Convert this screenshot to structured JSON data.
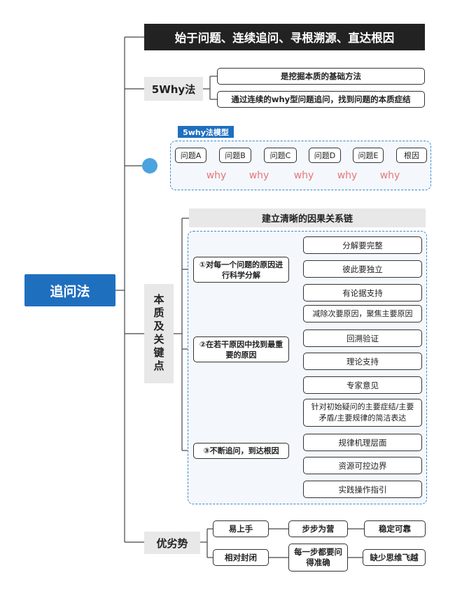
{
  "root": "追问法",
  "title": "始于问题、连续追问、寻根溯源、直达根因",
  "five_why": {
    "label": "5Why法",
    "items": [
      "是挖掘本质的基础方法",
      "通过连续的why型问题追问，找到问题的本质症结"
    ]
  },
  "model": {
    "tag": "5why法模型",
    "chain": [
      "问题A",
      "问题B",
      "问题C",
      "问题D",
      "问题E",
      "根因"
    ],
    "whys": [
      "why",
      "why",
      "why",
      "why",
      "why"
    ],
    "dot_color": "#4aa3df"
  },
  "key": {
    "label": "本质及关键点",
    "header": "建立清晰的因果关系链",
    "groups": [
      {
        "title": "①对每一个问题的原因进行科学分解",
        "items": [
          "分解要完整",
          "彼此要独立",
          "有论据支持"
        ]
      },
      {
        "title": "②在若干原因中找到最重要的原因",
        "items": [
          "减除次要原因，聚焦主要原因",
          "回溯验证",
          "理论支持",
          "专家意见"
        ]
      },
      {
        "title": "③不断追问，到达根因",
        "items": [
          "针对初始疑问的主要症结/主要矛盾/主要规律的简洁表达",
          "规律机理层面",
          "资源可控边界",
          "实践操作指引"
        ]
      }
    ]
  },
  "pros": {
    "label": "优劣势",
    "row1": [
      "易上手",
      "步步为营",
      "稳定可靠"
    ],
    "row2": [
      "相对封闭",
      "每一步都要问得准确",
      "缺少思维飞越"
    ]
  },
  "colors": {
    "root": "#1f6fbf",
    "dash": "#3b86c9",
    "why": "#e8767a"
  }
}
